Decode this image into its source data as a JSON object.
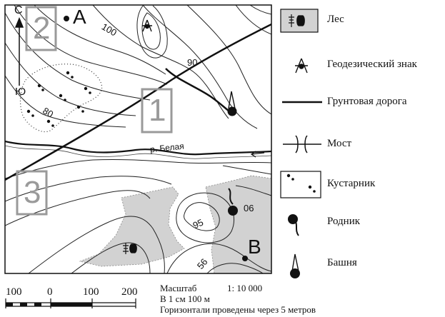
{
  "map": {
    "point_a": "А",
    "point_b": "В",
    "north_label": "С",
    "south_label": "Ю",
    "zones": [
      "1",
      "2",
      "3"
    ],
    "contour_labels": [
      "100",
      "90",
      "80",
      "06",
      "95",
      "56"
    ],
    "river_name": "р. Белая"
  },
  "legend": {
    "items": [
      {
        "label": "Лес",
        "icon": "forest-icon"
      },
      {
        "label": "Геодезический знак",
        "icon": "geodetic-mark-icon"
      },
      {
        "label": "Грунтовая дорога",
        "icon": "dirt-road-icon"
      },
      {
        "label": "Мост",
        "icon": "bridge-icon"
      },
      {
        "label": "Кустарник",
        "icon": "shrub-icon"
      },
      {
        "label": "Родник",
        "icon": "spring-icon"
      },
      {
        "label": "Башня",
        "icon": "tower-icon"
      }
    ]
  },
  "scale": {
    "ticks": [
      "100",
      "0",
      "100",
      "200"
    ],
    "title": "Масштаб",
    "ratio": "1: 10 000",
    "cm": "В 1 см 100 м",
    "contours": "Горизонтали проведены через 5 метров"
  },
  "colors": {
    "forest_fill": "#d2d2d2",
    "zone_box": "#9a9a9a",
    "ink": "#111111"
  }
}
